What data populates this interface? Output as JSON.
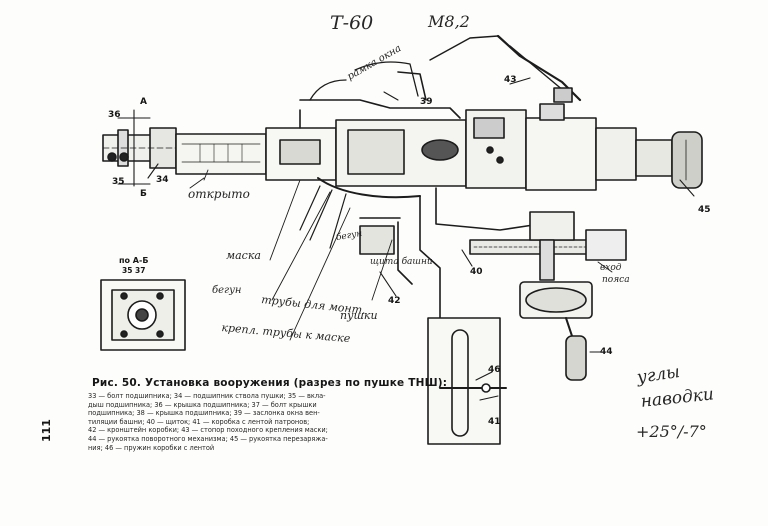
{
  "handwritten": {
    "model": "Т-60",
    "gun_code": "М8,2",
    "window_frame": "рамка окна",
    "open": "открыто",
    "mask": "маска",
    "sweep_1": "бегун",
    "sweep_2": "бегун",
    "tower_sheet": "щита башни",
    "pipes_mount": "трубы для монт.",
    "guns": "пушки",
    "pipe_bracket": "крепл. трубы к маске",
    "seat_cushion_1": "вход",
    "seat_cushion_2": "пояса",
    "angle_title_1": "углы",
    "angle_title_2": "наводки",
    "angle_values": "+25°/-7°"
  },
  "callouts": {
    "n36": "36",
    "n34": "34",
    "n35": "35",
    "n39": "39",
    "n40": "40",
    "n42": "42",
    "n43": "43",
    "n44": "44",
    "n45": "45",
    "n46": "46",
    "n41": "41",
    "sec_a": "А",
    "sec_b": "Б"
  },
  "section_view": {
    "label": "по А-Б",
    "numbers": "35  37"
  },
  "figure": {
    "title": "Рис. 50. Установка вооружения (разрез по пушке ТНШ):",
    "legend_lines": [
      "33 — болт подшипника; 34 — подшипник ствола пушки; 35 — вкла-",
      "дыш подшипника; 36 — крышка подшипника; 37 — болт крышки",
      "подшипника; 38 — крышка подшипника; 39 — заслонка окна вен-",
      "тиляции башни; 40 — щиток; 41 — коробка с лентой патронов;",
      "42 — кронштейн коробки; 43 — стопор походного крепления маски;",
      "44 — рукоятка поворотного механизма; 45 — рукоятка перезаряжа-",
      "ния; 46 — пружин коробки с лентой"
    ]
  },
  "page_number": "111"
}
